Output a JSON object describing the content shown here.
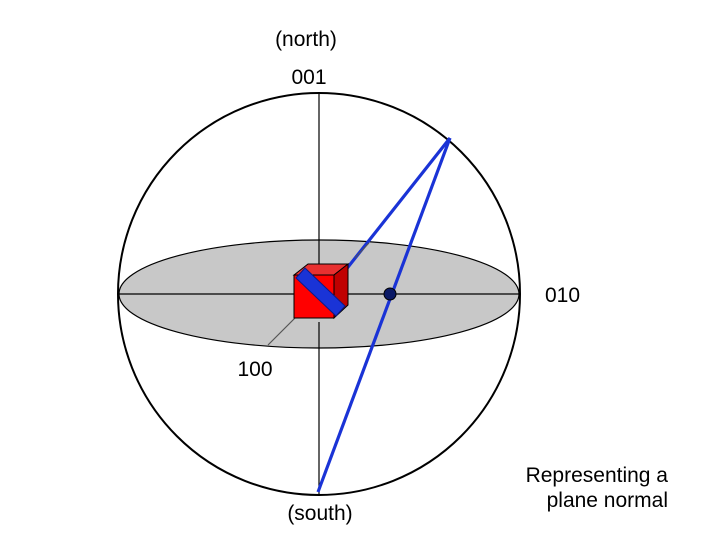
{
  "labels": {
    "north": "(north)",
    "pole_001": "001",
    "axis_010": "010",
    "axis_100": "100",
    "south": "(south)",
    "caption_line1": "Representing a",
    "caption_line2": "plane normal"
  },
  "colors": {
    "sphere_outline": "#000000",
    "equatorial_plane_fill": "#c8c8c8",
    "crystal_front": "#ff0000",
    "crystal_top": "#e83030",
    "crystal_side": "#c00000",
    "plane_slab": "#1a33d6",
    "projection_line": "#1a33d6",
    "projected_point": "#0b1a66"
  }
}
